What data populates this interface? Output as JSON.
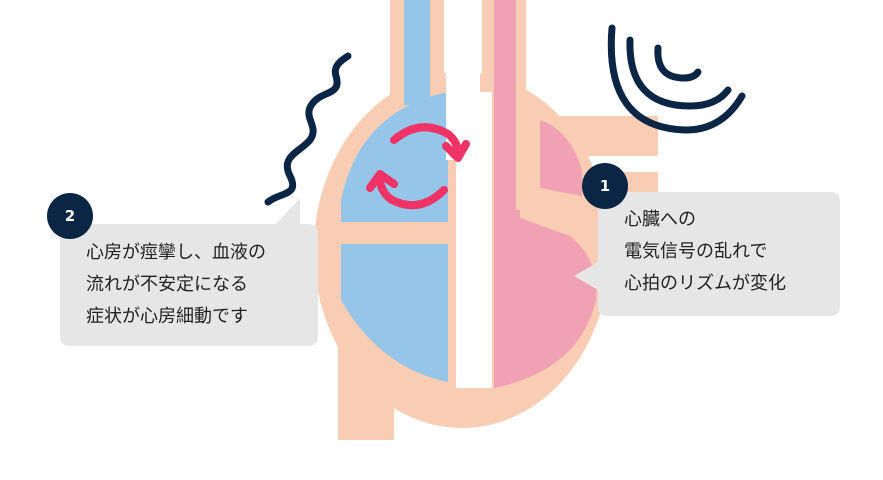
{
  "colors": {
    "heart_outline": "#f8cdb4",
    "right_side_blue": "#95c5e9",
    "left_side_pink": "#f0a1b4",
    "arrow_red": "#ef3366",
    "signal_navy": "#0b2545",
    "callout_bg": "#e6e6e6",
    "text": "#222222"
  },
  "icons": [
    "zigzag-wave-icon",
    "radio-signal-icon",
    "circular-arrows-icon"
  ],
  "callouts": [
    {
      "number": "1",
      "lines": [
        "心臓への",
        "電気信号の乱れで",
        "心拍のリズムが変化"
      ]
    },
    {
      "number": "2",
      "lines": [
        "心房が痙攣し、血液の",
        "流れが不安定になる",
        "症状が心房細動です"
      ]
    }
  ]
}
